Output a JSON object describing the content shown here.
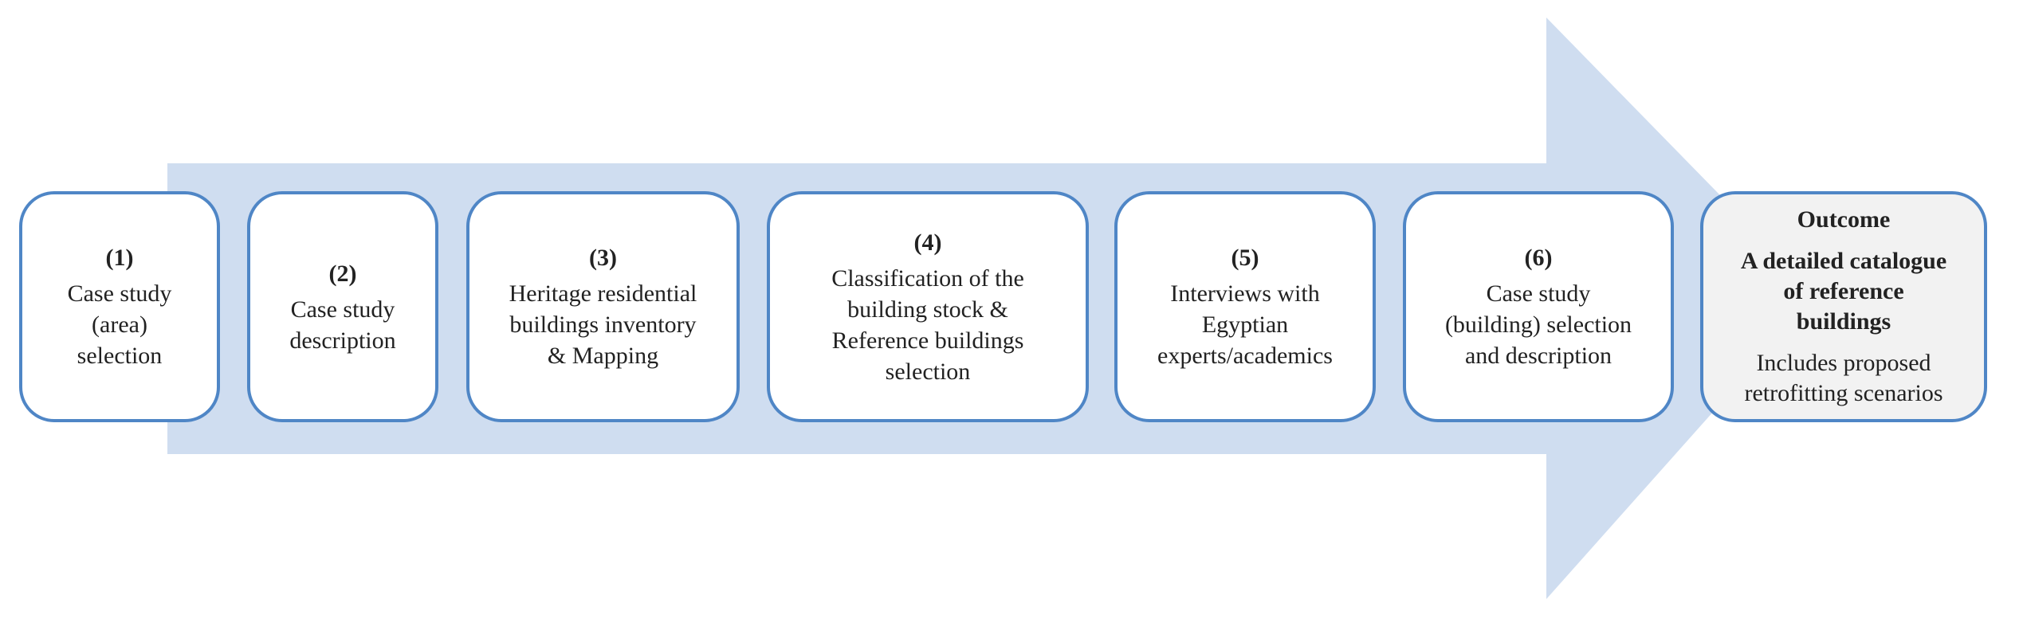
{
  "diagram": {
    "colors": {
      "arrow_fill": "#cfddf0",
      "box_border": "#4f86c6",
      "box_fill": "#ffffff",
      "outcome_fill": "#f2f2f2",
      "text": "#222222"
    },
    "steps": [
      {
        "number": "(1)",
        "text": "Case study\n(area)\nselection"
      },
      {
        "number": "(2)",
        "text": "Case study\ndescription"
      },
      {
        "number": "(3)",
        "text": "Heritage residential\nbuildings inventory\n& Mapping"
      },
      {
        "number": "(4)",
        "text": "Classification of the\nbuilding stock &\nReference buildings\nselection"
      },
      {
        "number": "(5)",
        "text": "Interviews with\nEgyptian\nexperts/academics"
      },
      {
        "number": "(6)",
        "text": "Case study\n(building) selection\nand description"
      }
    ],
    "outcome": {
      "title": "Outcome",
      "main": "A detailed catalogue\nof reference\nbuildings",
      "sub": "Includes proposed\nretrofitting scenarios"
    }
  }
}
